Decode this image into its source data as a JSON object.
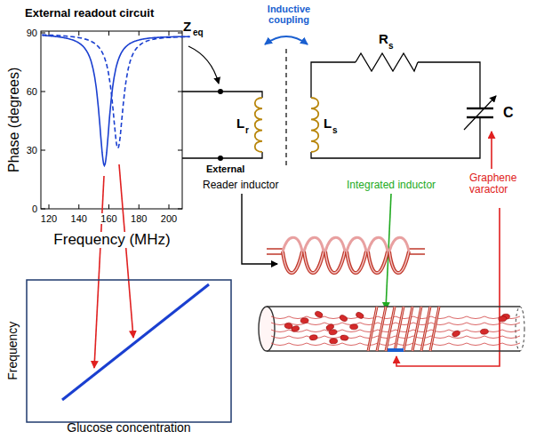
{
  "diagram": {
    "labels": [
      "External readout circuit",
      "90",
      "60",
      "30",
      "0",
      "120",
      "140",
      "160",
      "180",
      "200",
      "Phase (degrees)",
      "Frequency (MHz)",
      "Z",
      "eq",
      "Inductive coupling",
      "L",
      "r",
      "External",
      "L",
      "s",
      "R",
      "s",
      "C",
      "Reader inductor",
      "Integrated inductor",
      "Graphene varactor",
      "Frequency",
      "Glucose concentration"
    ]
  }
}
